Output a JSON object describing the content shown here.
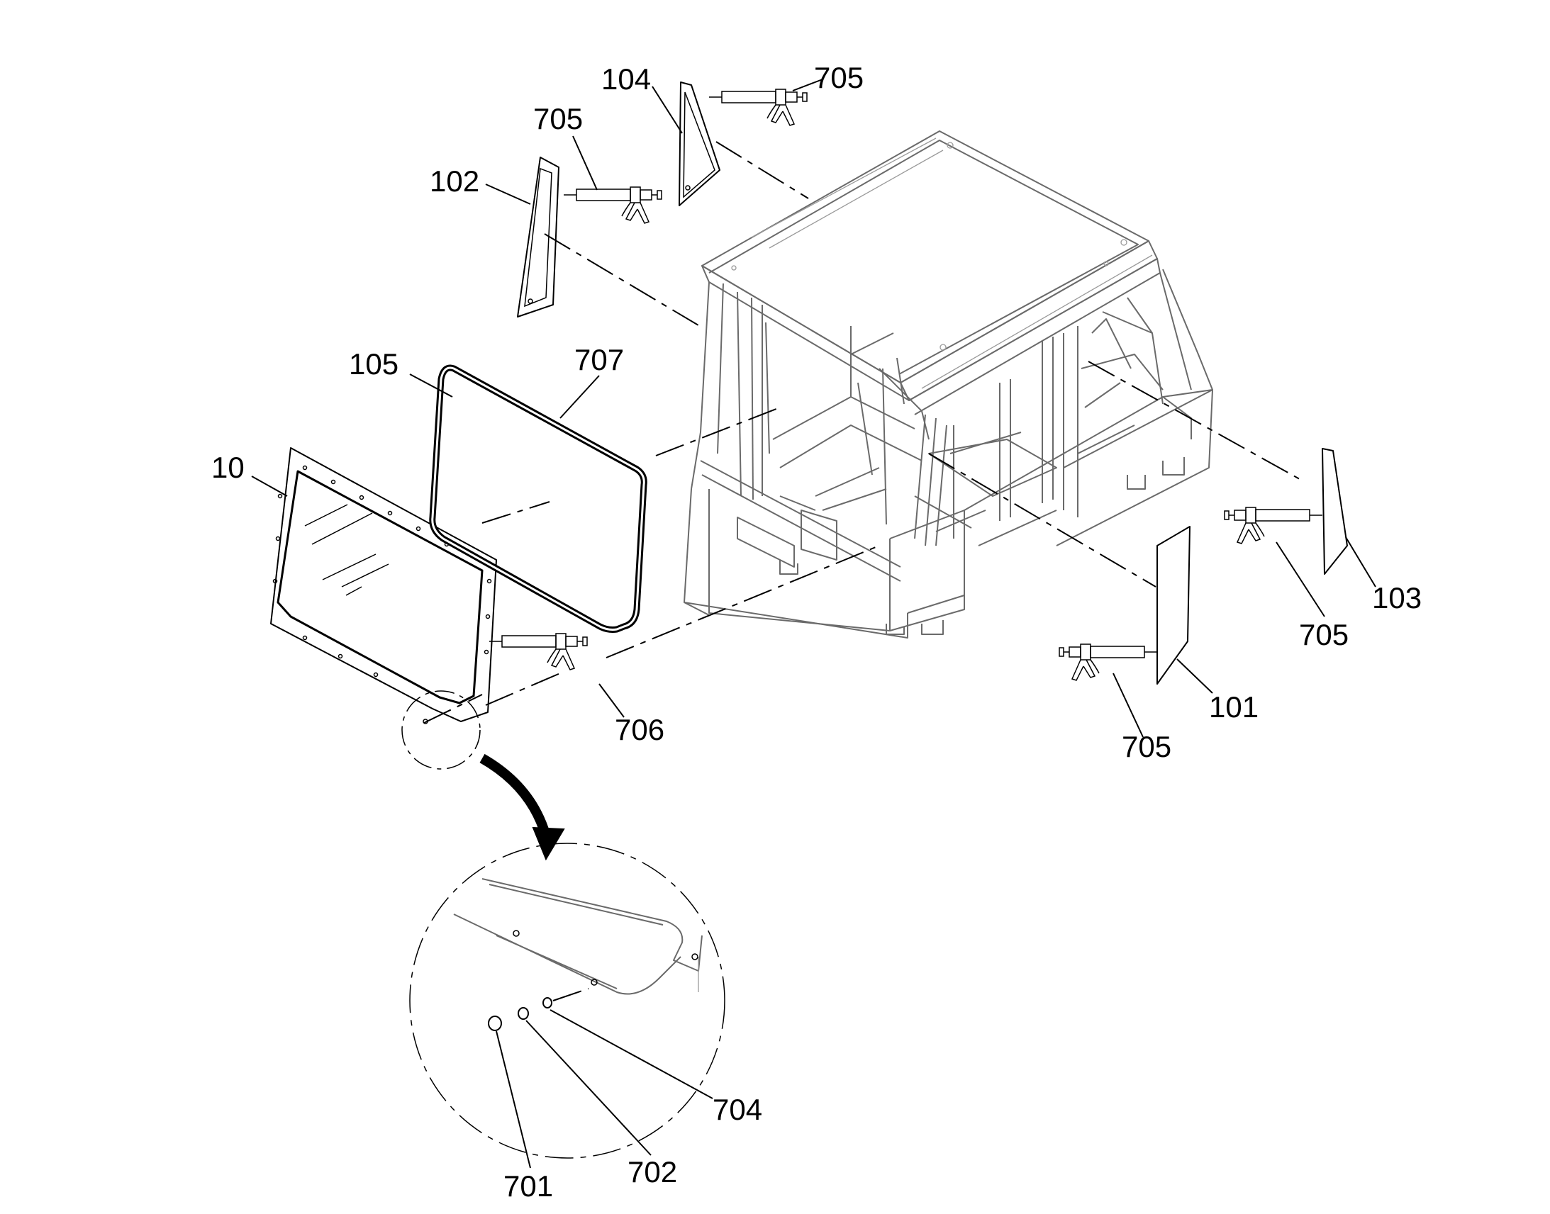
{
  "diagram": {
    "colors": {
      "ink": "#000000",
      "cab_linework": "#6a6a6a",
      "background": "#ffffff"
    },
    "callouts": [
      {
        "id": "c10",
        "text": "10"
      },
      {
        "id": "c101",
        "text": "101"
      },
      {
        "id": "c102",
        "text": "102"
      },
      {
        "id": "c103",
        "text": "103"
      },
      {
        "id": "c104",
        "text": "104"
      },
      {
        "id": "c105",
        "text": "105"
      },
      {
        "id": "c701",
        "text": "701"
      },
      {
        "id": "c702",
        "text": "702"
      },
      {
        "id": "c704",
        "text": "704"
      },
      {
        "id": "c705_top",
        "text": "705"
      },
      {
        "id": "c705_left",
        "text": "705"
      },
      {
        "id": "c705_right",
        "text": "705"
      },
      {
        "id": "c705_bottom",
        "text": "705"
      },
      {
        "id": "c706",
        "text": "706"
      },
      {
        "id": "c707",
        "text": "707"
      }
    ]
  }
}
